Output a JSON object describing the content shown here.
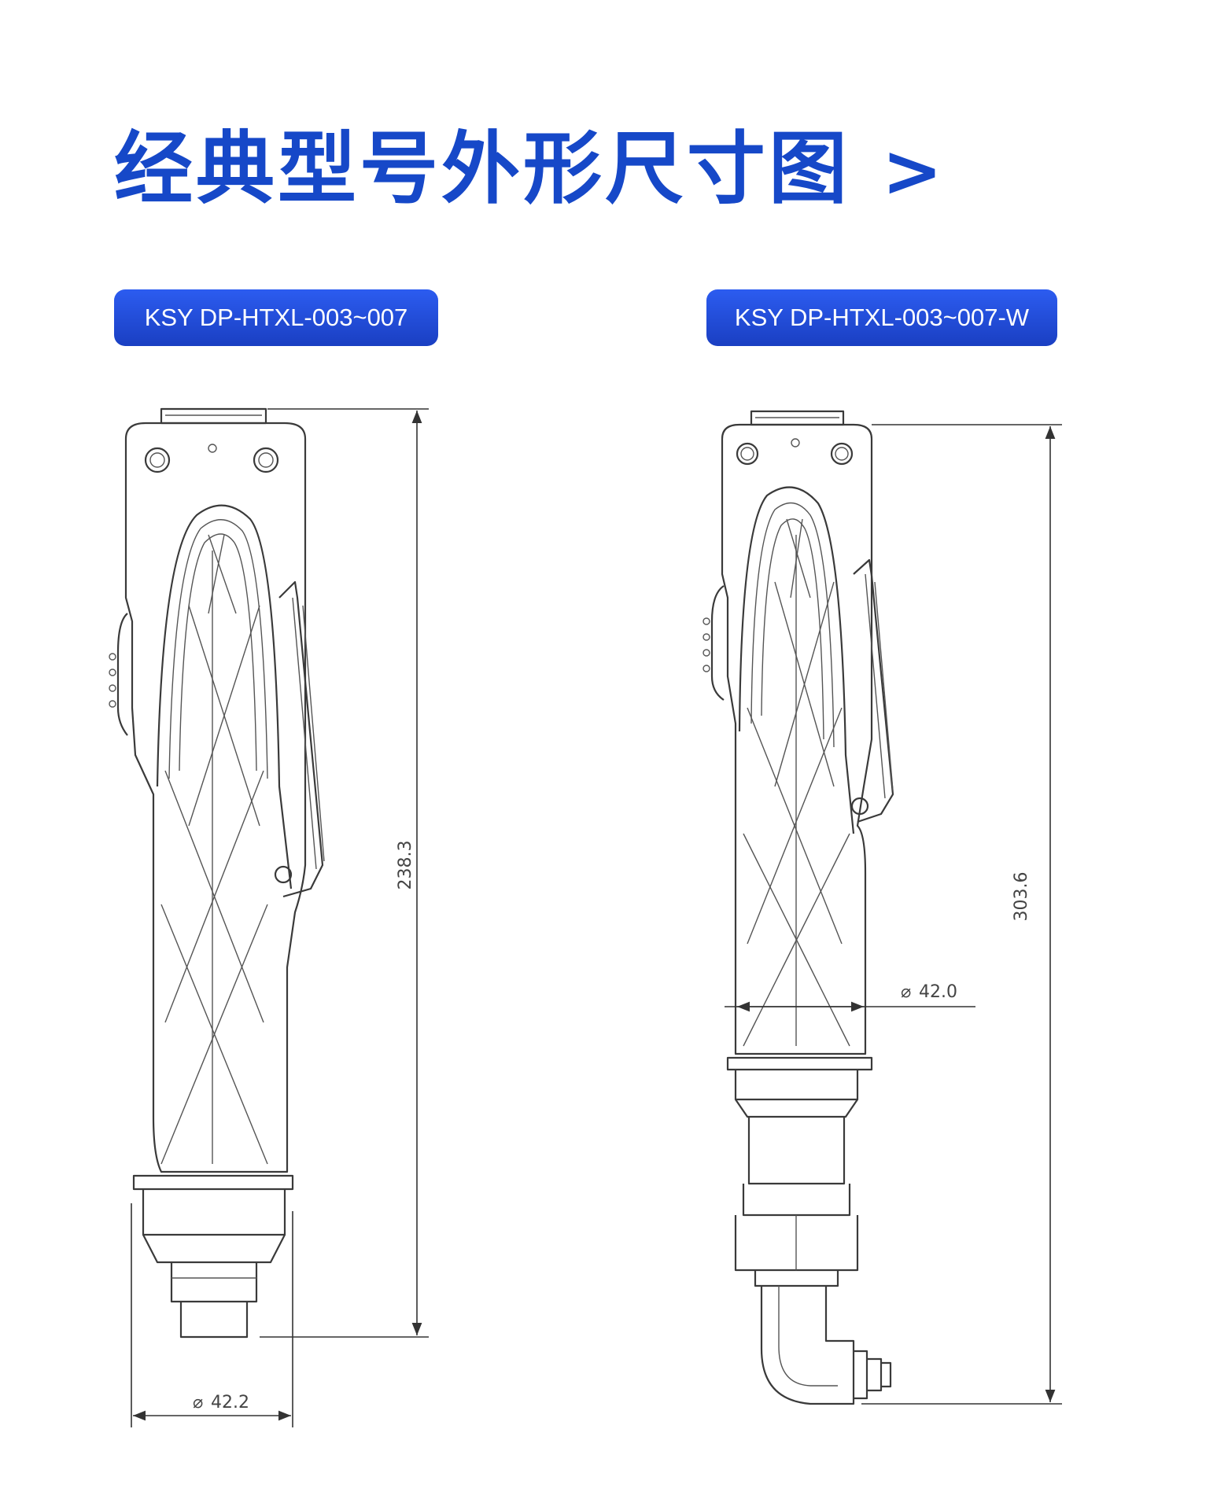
{
  "header": {
    "title": "经典型号外形尺寸图",
    "chevron": ">"
  },
  "models": [
    {
      "name": "KSY DP-HTXL-003~007",
      "length": "238.3",
      "diameter": "42.2"
    },
    {
      "name": "KSY DP-HTXL-003~007-W",
      "length": "303.6",
      "diameter": "42.0"
    }
  ],
  "colors": {
    "accent": "#1648c8",
    "badge_top": "#2c5cf0",
    "badge_bottom": "#1a3fc2",
    "line": "#3a3a3a"
  }
}
